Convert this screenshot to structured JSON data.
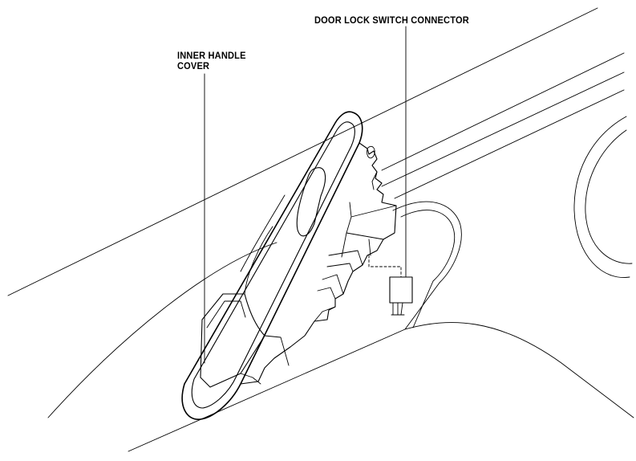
{
  "labels": {
    "inner_handle_cover_line1": "INNER HANDLE",
    "inner_handle_cover_line2": "COVER",
    "door_lock_switch_connector": "DOOR LOCK SWITCH CONNECTOR"
  }
}
